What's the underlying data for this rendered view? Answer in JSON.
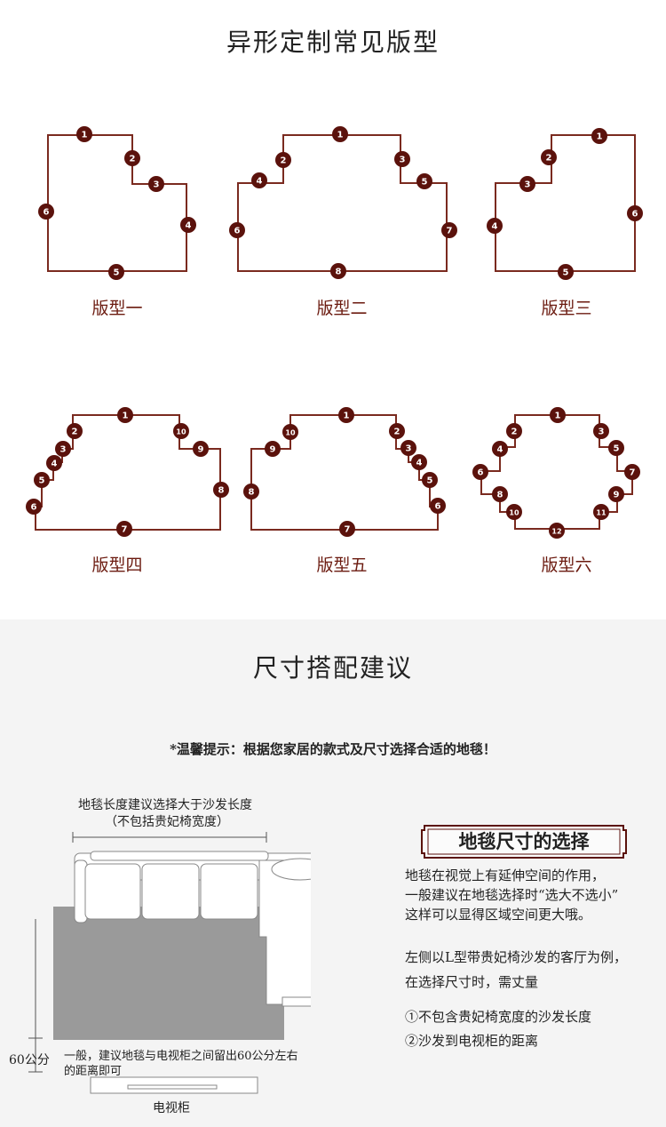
{
  "section1": {
    "title": "异形定制常见版型",
    "shapes": [
      {
        "label": "版型一"
      },
      {
        "label": "版型二"
      },
      {
        "label": "版型三"
      },
      {
        "label": "版型四"
      },
      {
        "label": "版型五"
      },
      {
        "label": "版型六"
      }
    ]
  },
  "section2": {
    "title": "尺寸搭配建议",
    "tip": "*温馨提示：根据您家居的款式及尺寸选择合适的地毯！",
    "dim_label_line1": "地毯长度建议选择大于沙发长度",
    "dim_label_line2": "（不包括贵妃椅宽度）",
    "distance_label": "60公分",
    "note_line1": "一般，建议地毯与电视柜之间留出60公分左右",
    "note_line2": "的距离即可",
    "tv_label": "电视柜",
    "badge": "地毯尺寸的选择",
    "para1": [
      "地毯在视觉上有延伸空间的作用，",
      "一般建议在地毯选择时“选大不选小”",
      "这样可以显得区域空间更大哦。"
    ],
    "para2": [
      "左侧以L型带贵妃椅沙发的客厅为例，",
      "在选择尺寸时，需丈量"
    ],
    "item1": "①不包含贵妃椅宽度的沙发长度",
    "item2": "②沙发到电视柜的距离"
  },
  "colors": {
    "accent": "#6b1a0f",
    "line": "#7a2a1f",
    "badge_fill": "#5b120c"
  }
}
